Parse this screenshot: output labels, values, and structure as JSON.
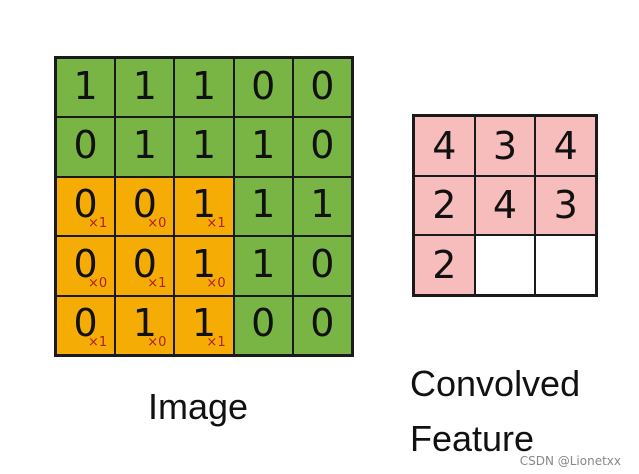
{
  "image": {
    "caption": "Image",
    "rows": [
      [
        {
          "v": "1"
        },
        {
          "v": "1"
        },
        {
          "v": "1"
        },
        {
          "v": "0"
        },
        {
          "v": "0"
        }
      ],
      [
        {
          "v": "0"
        },
        {
          "v": "1"
        },
        {
          "v": "1"
        },
        {
          "v": "1"
        },
        {
          "v": "0"
        }
      ],
      [
        {
          "v": "0",
          "w": "×1"
        },
        {
          "v": "0",
          "w": "×0"
        },
        {
          "v": "1",
          "w": "×1"
        },
        {
          "v": "1"
        },
        {
          "v": "1"
        }
      ],
      [
        {
          "v": "0",
          "w": "×0"
        },
        {
          "v": "0",
          "w": "×1"
        },
        {
          "v": "1",
          "w": "×0"
        },
        {
          "v": "1"
        },
        {
          "v": "0"
        }
      ],
      [
        {
          "v": "0",
          "w": "×1"
        },
        {
          "v": "1",
          "w": "×0"
        },
        {
          "v": "1",
          "w": "×1"
        },
        {
          "v": "0"
        },
        {
          "v": "0"
        }
      ]
    ]
  },
  "feature": {
    "caption_line1": "Convolved",
    "caption_line2": "Feature",
    "rows": [
      [
        "4",
        "3",
        "4"
      ],
      [
        "2",
        "4",
        "3"
      ],
      [
        "2",
        "",
        ""
      ]
    ]
  },
  "colors": {
    "image_cell": "#78b544",
    "kernel_cell": "#f5ad05",
    "feature_cell": "#f7bcbc",
    "weight_text": "#b02020"
  },
  "watermark": "CSDN @Lionetxx"
}
